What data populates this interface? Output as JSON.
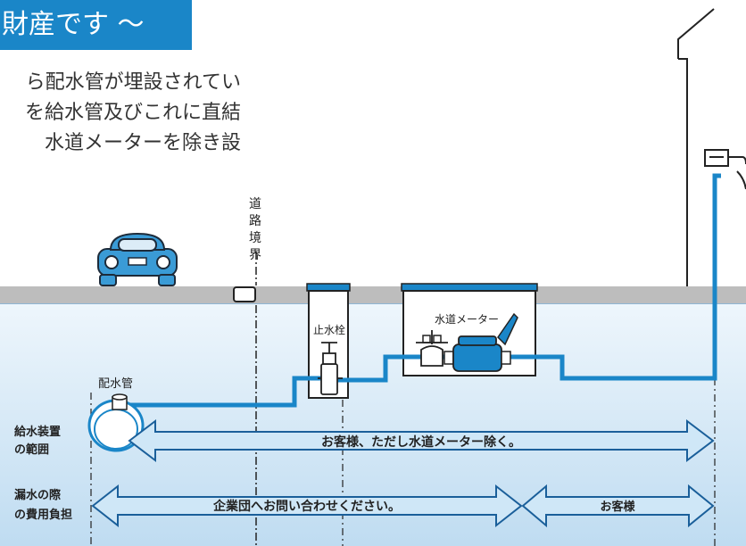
{
  "banner": {
    "text": "財産です ～"
  },
  "intro": {
    "lines": [
      "ら配水管が埋設されてい",
      "を給水管及びこれに直結",
      "水道メーターを除き設"
    ]
  },
  "diagram": {
    "boundary_label": [
      "道",
      "路",
      "境",
      "界"
    ],
    "stop_valve_label": "止水栓",
    "meter_label": "水道メーター",
    "main_pipe_label": "配水管",
    "rows": [
      {
        "label_lines": [
          "給水装置",
          "の範囲"
        ],
        "arrows": [
          "お客様、ただし水道メーター除く。"
        ]
      },
      {
        "label_lines": [
          "漏水の際",
          "の費用負担"
        ],
        "arrows": [
          "企業団へお問い合わせください。",
          "お客様"
        ]
      }
    ]
  },
  "colors": {
    "banner": "#1a86c8",
    "water_top": "#eef6fc",
    "water_bottom": "#bfdcf1",
    "road": "#bdbdbd",
    "pipe": "#1a86c8",
    "arrow_fill": "#cfe7f7",
    "arrow_stroke": "#1a5f9a",
    "car": "#3a9bd6",
    "meter_body": "#1a86c8"
  },
  "icons": [
    "car-icon",
    "faucet-icon",
    "stop-valve-icon",
    "water-meter-icon",
    "distribution-main-pipe-icon"
  ]
}
